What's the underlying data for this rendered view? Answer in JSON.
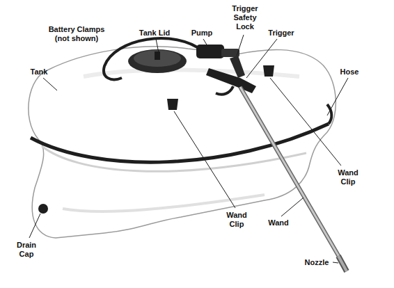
{
  "diagram": {
    "labels": [
      "Battery Clamps (not shown)",
      "Tank Lid",
      "Pump",
      "Trigger Safety Lock",
      "Trigger",
      "Tank",
      "Hose",
      "Wand Clip",
      "Wand Clip",
      "Wand",
      "Drain Cap",
      "Nozzle"
    ]
  }
}
